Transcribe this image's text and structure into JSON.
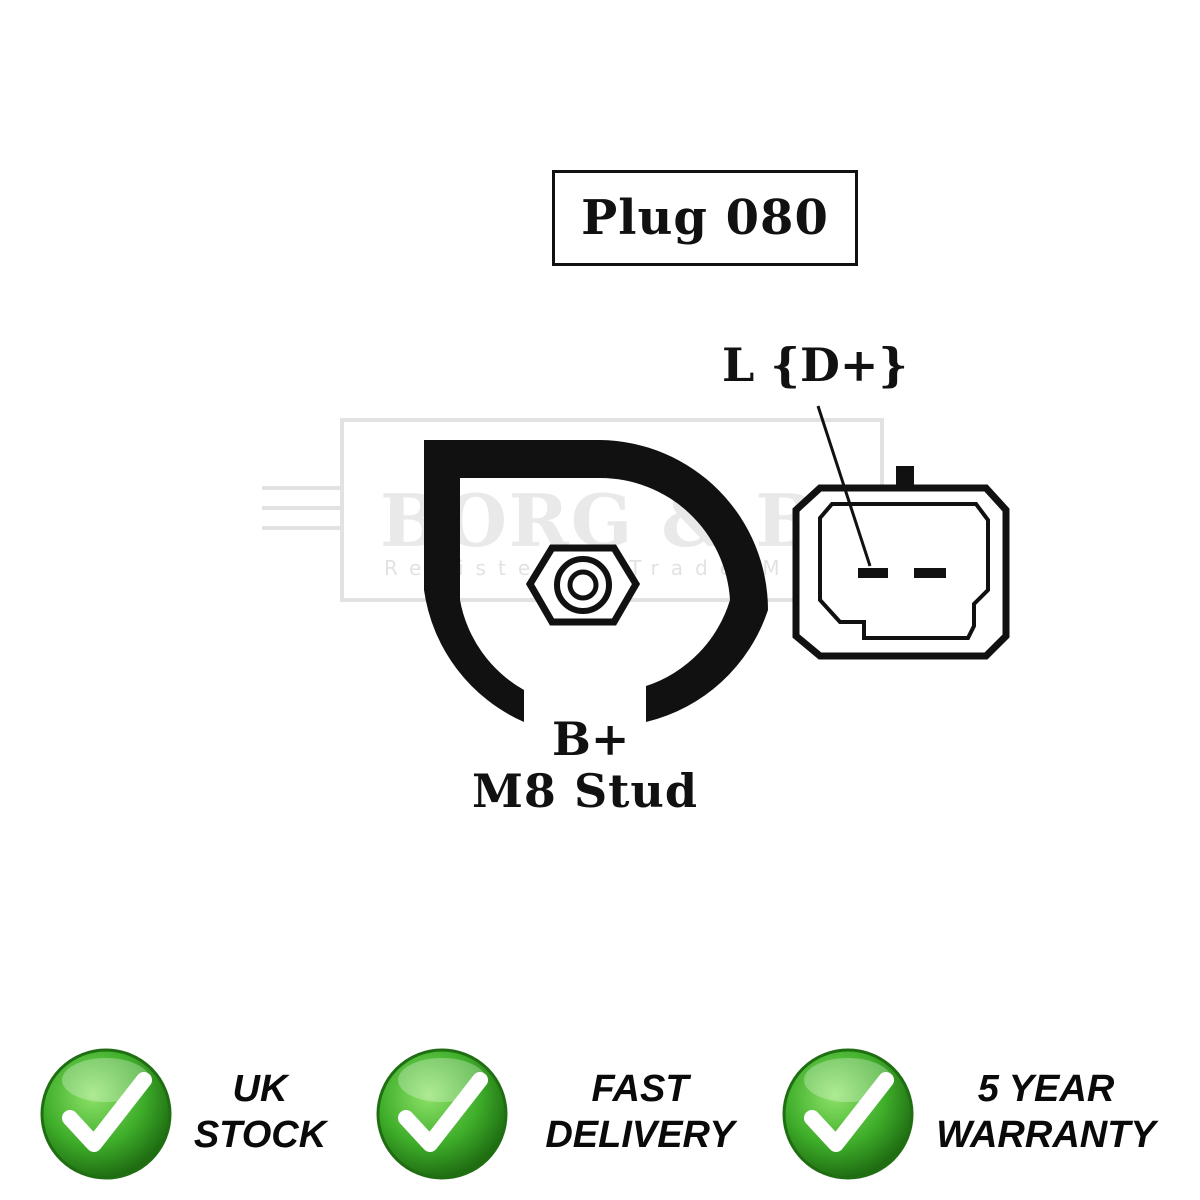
{
  "diagram": {
    "plug_label": "Plug 080",
    "terminal_l": "L {D+}",
    "terminal_b": "B+",
    "stud_size": "M8 Stud"
  },
  "watermark": {
    "brand": "BORG & BECK",
    "tagline": "Registered Trade Mark"
  },
  "badges": [
    {
      "line1": "UK",
      "line2": "STOCK",
      "icon": "green-check-icon"
    },
    {
      "line1": "FAST",
      "line2": "DELIVERY",
      "icon": "green-check-icon"
    },
    {
      "line1": "5 YEAR",
      "line2": "WARRANTY",
      "icon": "green-check-icon"
    }
  ],
  "colors": {
    "ink": "#111111",
    "badge_green": "#3fae2a",
    "badge_dark_green": "#1f6e12"
  }
}
